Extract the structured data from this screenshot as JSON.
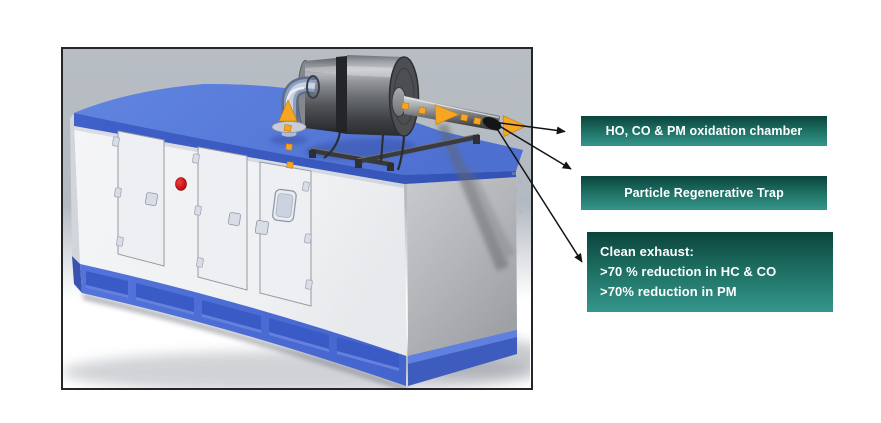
{
  "figure": {
    "description": "3D illustration of a diesel generator enclosure with roof-mounted exhaust after-treatment unit and flow arrows",
    "callouts": {
      "oxidation_chamber": "HO, CO & PM oxidation chamber",
      "particle_trap": "Particle Regenerative Trap",
      "clean_exhaust": {
        "line1": "Clean exhaust:",
        "line2": ">70 % reduction in HC & CO",
        "line3": ">70% reduction in PM"
      }
    },
    "icons": {
      "up_flow_arrow": "triangle-up",
      "right_flow_arrow": "triangle-right",
      "flow_marker": "small-square",
      "callout_arrow": "thin-black-line-arrow"
    }
  },
  "colors": {
    "callout_top": "#0a443c",
    "callout_mid": "#1e6f63",
    "callout_bottom": "#35968c",
    "callout_text": "#ffffff",
    "accent_orange": "#f6a623",
    "alert_red": "#cf1518",
    "roof_blue": "#5b7ed8",
    "base_blue": "#4e70d6",
    "arrow_black": "#141414"
  }
}
